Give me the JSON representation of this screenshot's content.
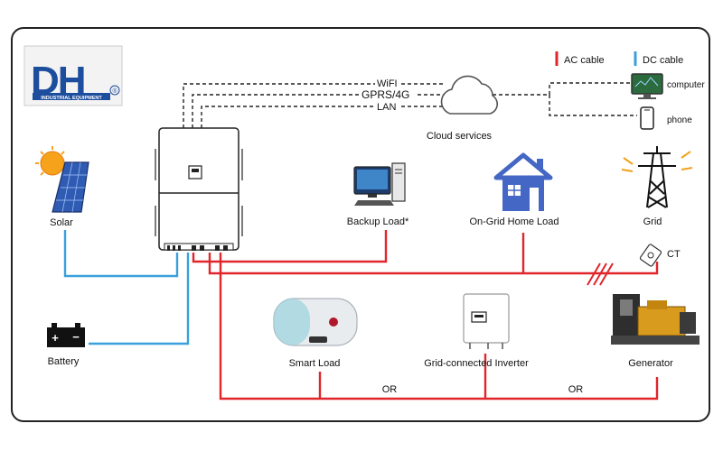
{
  "logo": {
    "letters": "DH",
    "subtitle": "INDUSTRIAL EQUIPMENT",
    "mark": "®"
  },
  "legend": {
    "ac": "AC cable",
    "dc": "DC cable"
  },
  "colors": {
    "ac": "#e0252b",
    "dc": "#3aa0dc",
    "logo_blue": "#1d4e9e",
    "comm": "#222222"
  },
  "comm": {
    "wifi": "WiFI",
    "gprs": "GPRS/4G",
    "lan": "LAN",
    "cloud": "Cloud services"
  },
  "devices": {
    "computer": "computer",
    "phone": "phone",
    "solar": "Solar",
    "battery": "Battery",
    "backup_load": "Backup Load*",
    "home_load": "On-Grid Home Load",
    "grid": "Grid",
    "ct": "CT",
    "smart_load": "Smart Load",
    "grid_inverter": "Grid-connected Inverter",
    "generator": "Generator"
  },
  "or_labels": [
    "OR",
    "OR"
  ]
}
